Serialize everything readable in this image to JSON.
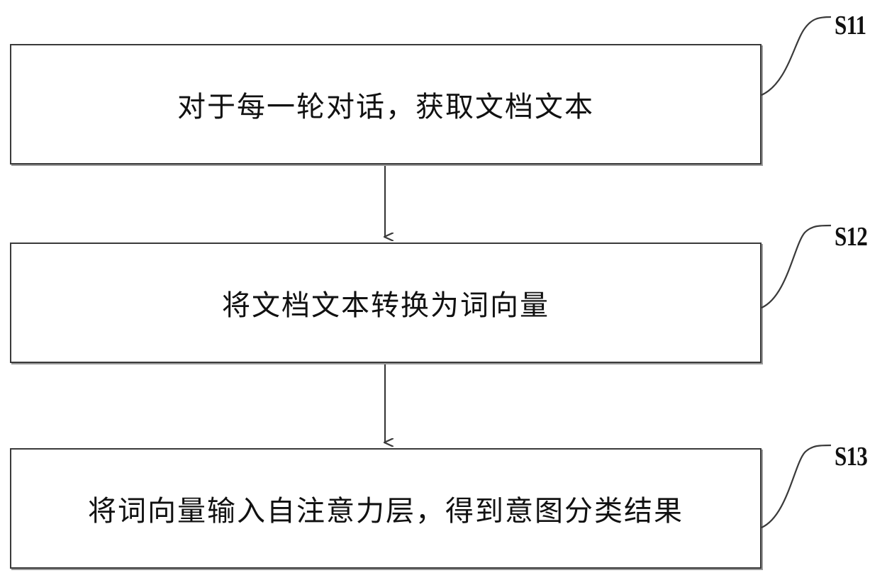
{
  "steps": [
    {
      "label": "S11",
      "text": "对于每一轮对话，获取文档文本"
    },
    {
      "label": "S12",
      "text": "将文档文本转换为词向量"
    },
    {
      "label": "S13",
      "text": "将词向量输入自注意力层，得到意图分类结果"
    }
  ],
  "colors": {
    "border": "#3a3a3a",
    "arrow": "#3a3a3a",
    "text": "#111111"
  }
}
